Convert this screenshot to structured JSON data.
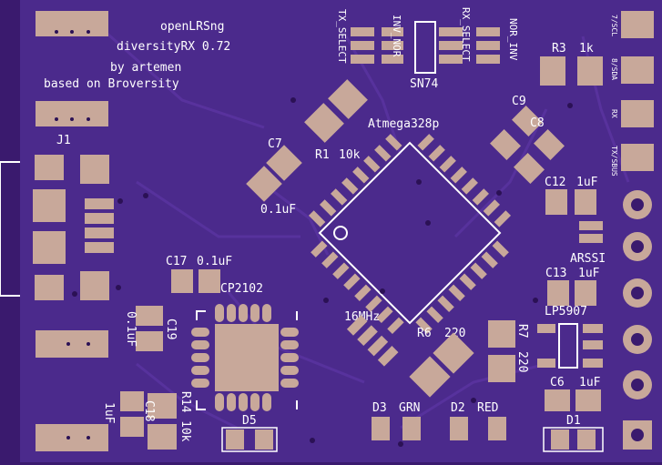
{
  "board": {
    "title_lines": [
      "openLRSng",
      "diversityRX 0.72",
      "by artemen",
      "based on Broversity"
    ],
    "colors": {
      "pcb": "#4b2a8c",
      "pcb_dark": "#3a1a6e",
      "pad": "#c8a89a",
      "silk": "#ffffff",
      "via": "#2b1155"
    }
  },
  "labels": {
    "tx_select": "TX_SELECT",
    "inv_nor": "INV_NOR",
    "rx_select": "RX_SELECT",
    "nor_inv": "NOR_INV",
    "sn74": "SN74",
    "r3": "R3",
    "r3_val": "1k",
    "c9": "C9",
    "c8": "C8",
    "c7": "C7",
    "c7_val": "0.1uF",
    "r1": "R1",
    "r1_val": "10k",
    "mcu": "Atmega328p",
    "j1": "J1",
    "c12": "C12",
    "c12_val": "1uF",
    "arssi": "ARSSI",
    "c17": "C17",
    "c17_val": "0.1uF",
    "cp2102": "CP2102",
    "c13": "C13",
    "c13_val": "1uF",
    "c19": "C19",
    "c19_val": "0.1uF",
    "xtal": "16MHz",
    "lp5907": "LP5907",
    "r6": "R6",
    "r6_val": "220",
    "r7": "R7",
    "r7_val": "220",
    "c6": "C6",
    "c6_val": "1uF",
    "c18": "C18",
    "c18_val": "1uF",
    "r14": "R14",
    "r14_val": "10k",
    "d5": "D5",
    "d3": "D3",
    "grn": "GRN",
    "d2": "D2",
    "red": "RED",
    "d1": "D1"
  },
  "edge_pins": [
    "7/SCL",
    "8/SDA",
    "RX",
    "TX/SBUS"
  ]
}
